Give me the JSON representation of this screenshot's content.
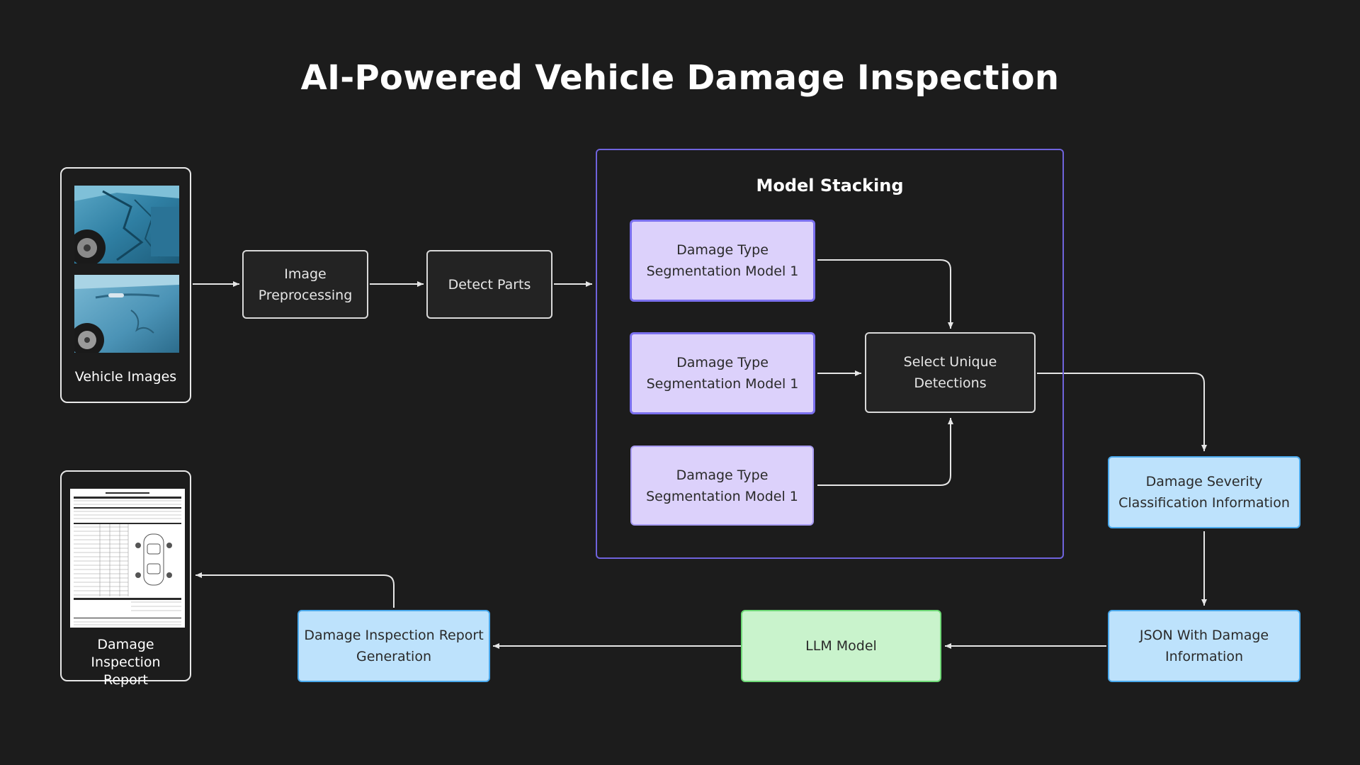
{
  "title": "AI-Powered Vehicle Damage Inspection",
  "colors": {
    "background": "#1c1c1c",
    "panel_border": "#6f63dc",
    "model_fill": "#dcd1fb",
    "info_fill": "#bde2fc",
    "llm_fill": "#c9f3cc"
  },
  "nodes": {
    "vehicle_images": {
      "label": "Vehicle Images"
    },
    "image_preprocessing": {
      "line1": "Image",
      "line2": "Preprocessing"
    },
    "detect_parts": {
      "label": "Detect Parts"
    },
    "model_stacking": {
      "title": "Model Stacking"
    },
    "seg_model_a": {
      "line1": "Damage Type",
      "line2": "Segmentation Model 1"
    },
    "seg_model_b": {
      "line1": "Damage Type",
      "line2": "Segmentation Model 1"
    },
    "seg_model_c": {
      "line1": "Damage Type",
      "line2": "Segmentation Model 1"
    },
    "select_unique": {
      "line1": "Select Unique",
      "line2": "Detections"
    },
    "severity": {
      "line1": "Damage Severity",
      "line2": "Classification Information"
    },
    "json_info": {
      "line1": "JSON With Damage",
      "line2": "Information"
    },
    "llm": {
      "label": "LLM Model"
    },
    "report_generation": {
      "line1": "Damage Inspection Report",
      "line2": "Generation"
    },
    "inspection_report": {
      "line1": "Damage Inspection",
      "line2": "Report"
    }
  }
}
